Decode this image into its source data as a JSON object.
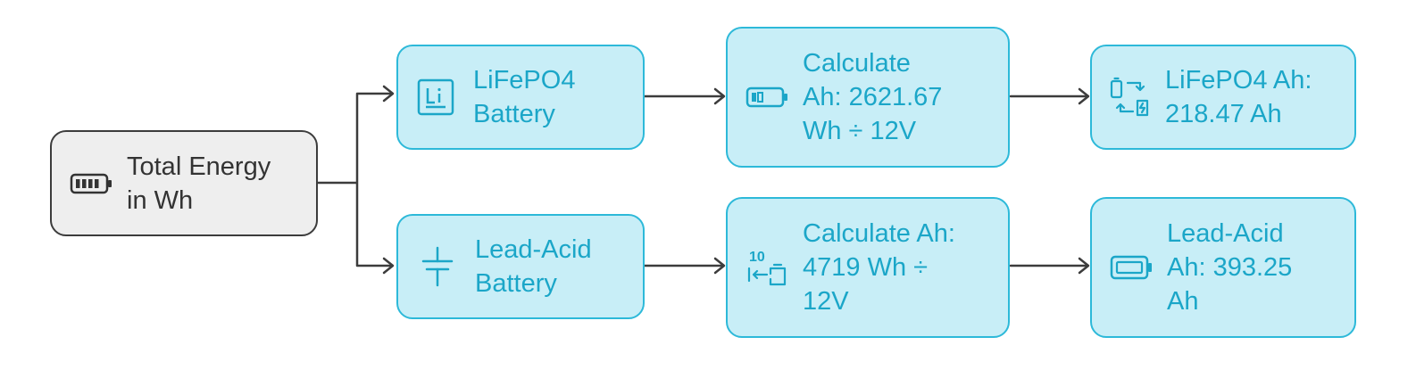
{
  "colors": {
    "accent": "#2db9d9",
    "accent_text": "#1ba6c8",
    "node_fill": "#c8eef7",
    "root_fill": "#eeeeee",
    "root_border": "#3c3c3c",
    "connector": "#3c3c3c"
  },
  "nodes": {
    "root": {
      "label": "Total Energy\nin Wh",
      "icon": "battery-full-icon"
    },
    "lifepo4_battery": {
      "label": "LiFePO4\nBattery",
      "icon": "lithium-element-icon"
    },
    "lead_acid_battery": {
      "label": "Lead-Acid\nBattery",
      "icon": "capacitor-icon"
    },
    "lifepo4_calc": {
      "label": "Calculate\nAh: 2621.67\nWh ÷ 12V",
      "icon": "battery-low-icon"
    },
    "lead_acid_calc": {
      "label": "Calculate Ah:\n4719 Wh ÷\n12V",
      "icon": "charging-ten-icon"
    },
    "lifepo4_result": {
      "label": "LiFePO4 Ah:\n218.47 Ah",
      "icon": "battery-swap-icon"
    },
    "lead_acid_result": {
      "label": "Lead-Acid\nAh: 393.25\nAh",
      "icon": "battery-outline-icon"
    }
  }
}
